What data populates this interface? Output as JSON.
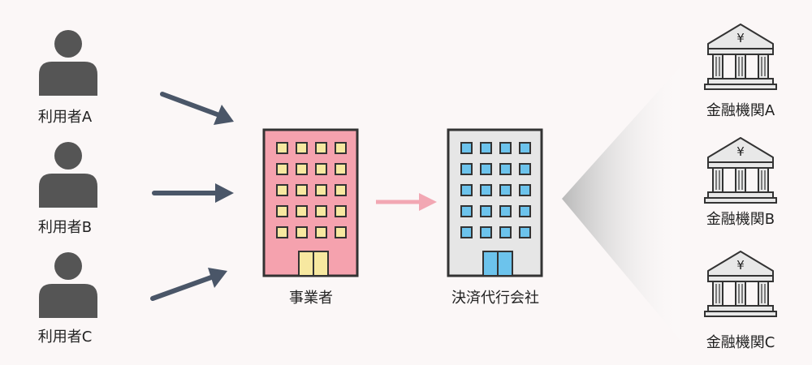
{
  "users": [
    {
      "label": "利用者A"
    },
    {
      "label": "利用者B"
    },
    {
      "label": "利用者C"
    }
  ],
  "merchant": {
    "label": "事業者"
  },
  "payment_agent": {
    "label": "決済代行会社"
  },
  "banks": [
    {
      "label": "金融機関A",
      "symbol": "¥"
    },
    {
      "label": "金融機関B",
      "symbol": "¥"
    },
    {
      "label": "金融機関C",
      "symbol": "¥"
    }
  ],
  "colors": {
    "background": "#fbf7f7",
    "person": "#555555",
    "arrow_dark": "#4a5668",
    "arrow_pink": "#f2a7b3",
    "merchant_building": "#f5a2ae",
    "agent_building": "#e6e6e6",
    "window_yellow": "#f7e8a0",
    "window_blue": "#6cc3ec",
    "bank_fill": "#e8e8e8"
  }
}
